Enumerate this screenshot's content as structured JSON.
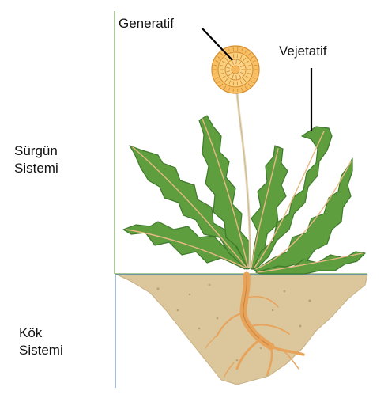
{
  "labels": {
    "generatif": "Generatif",
    "vejetatif": "Vejetatif",
    "surgun_line1": "Sürgün",
    "surgun_line2": "Sistemi",
    "kok_line1": "Kök",
    "kok_line2": "Sistemi"
  },
  "colors": {
    "leaf": "#5f9e3f",
    "leaf_dark": "#3f7a2b",
    "soil": "#dcc79c",
    "root": "#e8a35a",
    "flower": "#f7c067",
    "shoot_divider": "#7aa35a",
    "root_divider": "#6f8fc9"
  }
}
